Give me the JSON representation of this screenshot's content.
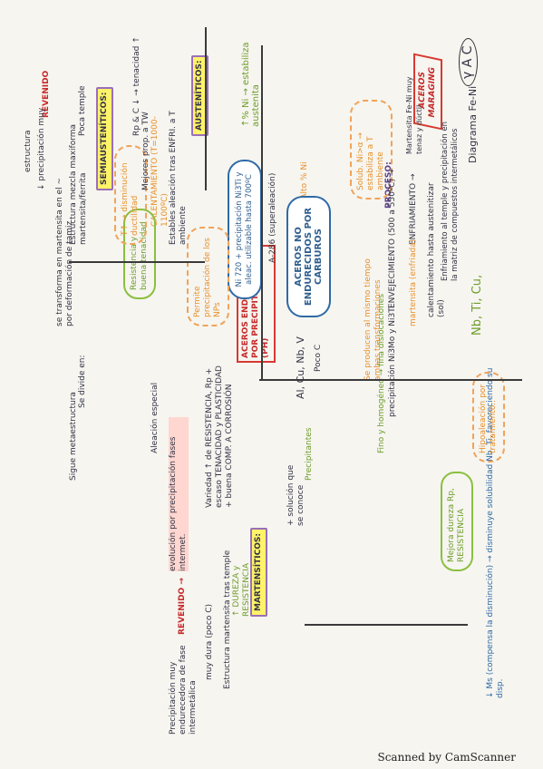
{
  "map": {
    "diagram_title": "Diagrama Fe-Ni",
    "ac_label": "γ A C",
    "ni_line": "↑% Ni → estabiliza austenita",
    "alloy_line": "Nb, Ti, Cu,",
    "ms_note": "↓ Ms (compensa la disminución) → disminuye solubilidad Nb, Ti, favoreciendo su disp.",
    "maraging": "ACEROS MARAGING",
    "maraging_note": "Martensita Fe-Ni muy tenaz y dúctil",
    "enfriamiento": "Enfriamiento al temple y precipitación en la matriz de compuestos intermetálicos",
    "proceso": "PROCESO:",
    "solub": "Solub. Ni>α → estabiliza a T ambiente",
    "alto": "↑ Alto % Ni",
    "calentamiento": "calentamiento hasta austenitizar (sol)",
    "enfriamiento2": "ENFRIAMIENTO →",
    "martensita": "martensita (enfriada)",
    "envejecimiento": "ENVEJECIMIENTO (500 a 550ºC) →",
    "precipitacion": "precipitación Ni3Mo y Ni3Ti",
    "se_producen": "Se producen al mismo tiempo ambas transformaciones",
    "fino": "Fino y homogéneo → fina dislocaciones",
    "mejora": "Mejora dureza Rp, RESISTENCIA",
    "hipo_maximo": "Hipoaleación por tratamiento..",
    "no_endurecidos": "ACEROS NO ENDURECIDOS POR CARBUROS",
    "endurecidos": "ACEROS ENDURECIDOS POR PRECIPITACIÓN (PH)",
    "poco_c": "Poco C",
    "elements": "Al, Cu, Nb, V",
    "precipitantes": "Precipitantes",
    "variedad": "Variedad ↑ de RESISTENCIA, Rp + escaso TENACIDAD y PLASTICIDAD + buena COMP. A CORROSIÓN",
    "solucion": "+ solución que se conoce",
    "evolucion": "evolución por precipitación fases intermet.",
    "aleacion": "Aleación especial",
    "austeniticos": "AUSTENÍTICOS:",
    "estables": "Estables aleación tras ENFRI. a T ambiente",
    "a286": "A-286 (superaleación)",
    "desc_a286": "Ni 720 + precipitación Ni3Ti y aleac. utilizable hasta 700ºC",
    "calentamiento_aus": "CALENTAMIENTO (T=1000-1100ºC)",
    "permite": "Permite precipitación de los NPs",
    "resistencia_termica": "Resistencia y buena tenacidad",
    "semiausteniticos": "SEMIAUSTENÍTICOS:",
    "poca_temple": "Poca temple",
    "estructura_mezcla": "Estructura mezcla maxiforma martensita/ferrita",
    "revenido": "REVENIDO",
    "precipitacion_muy_fino": "↓ precipitación muy",
    "estructura_fino": "estructura",
    "transformacion": "se transforma en martensita en el ~ por deformación de tamiz",
    "t_aumenta": "T↑ → disminución ductilidad",
    "mejores": "Mejores prop. a TW",
    "rp_c": "Rp & C ↓ → tenacidad ↑",
    "martensiticos": "MARTENSÍTICOS:",
    "martensiticos_desc": "Estructura martensita tras temple",
    "muy_dura": "muy dura (poco C)",
    "revenido2": "REVENIDO →",
    "precip_muy_fina": "Precipitación muy endurecedora de fase intermetálica",
    "dureza": "↑ DUREZA y RESISTENCIA",
    "sigue": "Sigue metaestructura",
    "divide": "Se divide en:"
  },
  "footer": {
    "scanner": "Scanned by CamScanner"
  }
}
